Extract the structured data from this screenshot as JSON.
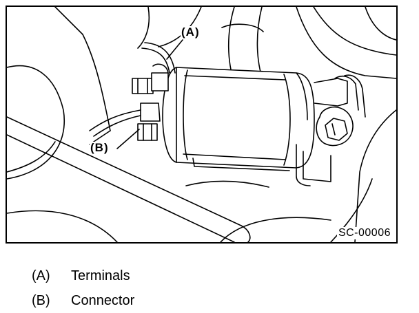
{
  "figure": {
    "callouts": {
      "a": "(A)",
      "b": "(B)"
    },
    "code": "SC-00006"
  },
  "legend": [
    {
      "key": "(A)",
      "label": "Terminals"
    },
    {
      "key": "(B)",
      "label": "Connector"
    }
  ]
}
